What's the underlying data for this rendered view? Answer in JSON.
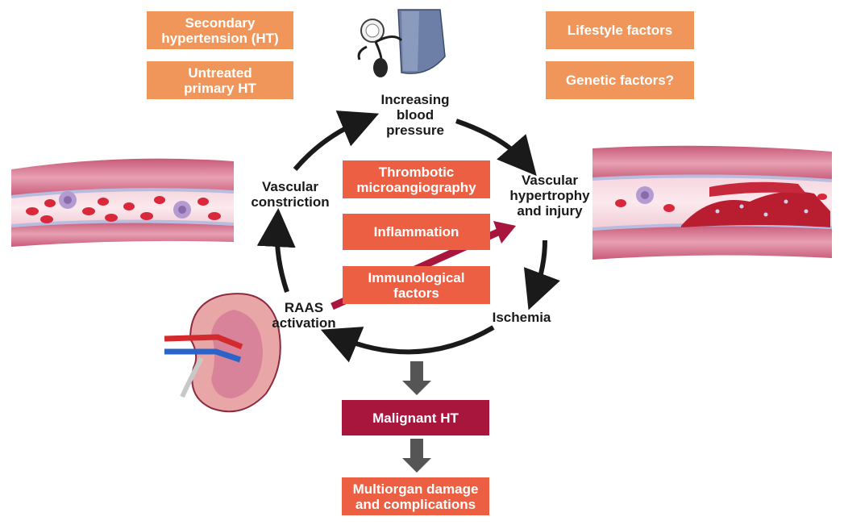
{
  "risk_factors": {
    "secondary_ht": "Secondary\nhypertension (HT)",
    "untreated_primary_ht": "Untreated\nprimary HT",
    "lifestyle": "Lifestyle factors",
    "genetic": "Genetic factors?"
  },
  "cycle": {
    "increasing_bp": "Increasing\nblood\npressure",
    "vascular_hypertrophy": "Vascular\nhypertrophy\nand injury",
    "ischemia": "Ischemia",
    "raas": "RAAS\nactivation",
    "vascular_constriction": "Vascular\nconstriction"
  },
  "mediators": {
    "thrombotic": "Thrombotic\nmicroangiography",
    "inflammation": "Inflammation",
    "immunological": "Immunological\nfactors"
  },
  "outcomes": {
    "malignant_ht": "Malignant HT",
    "multiorgan": "Multiorgan damage\nand complications"
  },
  "colors": {
    "orange_box": "#f0965a",
    "red_box": "#ec5f43",
    "dark_red_box": "#a8163e",
    "arrow": "#1a1a1a",
    "down_arrow": "#555555"
  }
}
